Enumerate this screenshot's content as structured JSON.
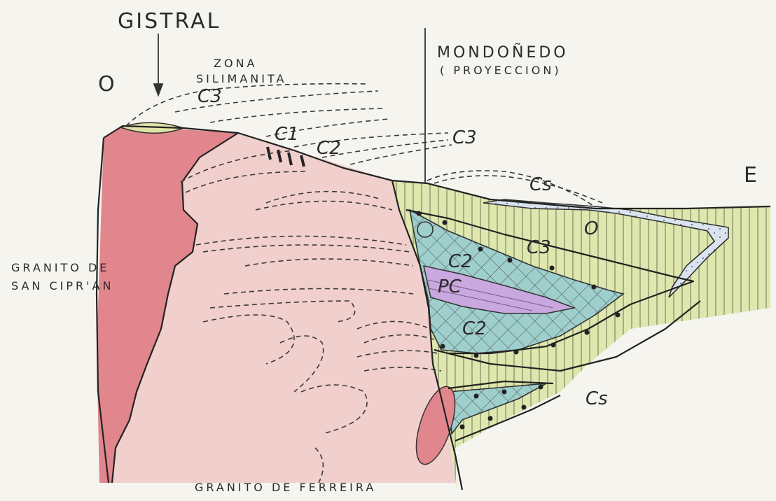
{
  "labels": {
    "gistral": "GISTRAL",
    "zona_line1": "ZONA",
    "zona_line2": "SILIMANITA",
    "west": "O",
    "mondonedo": "MONDOÑEDO",
    "proyeccion": "( PROYECCION)",
    "east": "E",
    "granito_san_ciprian_1": "GRANITO DE",
    "granito_san_ciprian_2": "SAN CIPR'AN",
    "granito_ferreira": "GRANITO DE FERREIRA"
  },
  "units": {
    "c3_left": "C3",
    "c1": "C1",
    "c2_top": "C2",
    "c3_top": "C3",
    "cs_top": "Cs",
    "o_unit": "O",
    "c3_mid": "C3",
    "c2_upper": "C2",
    "pc": "PC",
    "c2_lower": "C2",
    "cs_right": "Cs"
  },
  "colors": {
    "granite_pink": "#e1868c",
    "light_pink": "#f1cfcc",
    "cs_green": "#dde7ae",
    "c2_teal": "#9fcfcc",
    "pc_violet": "#c9a8df",
    "o_blue": "#d9e4ef",
    "lens_yellow": "#dfe3a6"
  }
}
